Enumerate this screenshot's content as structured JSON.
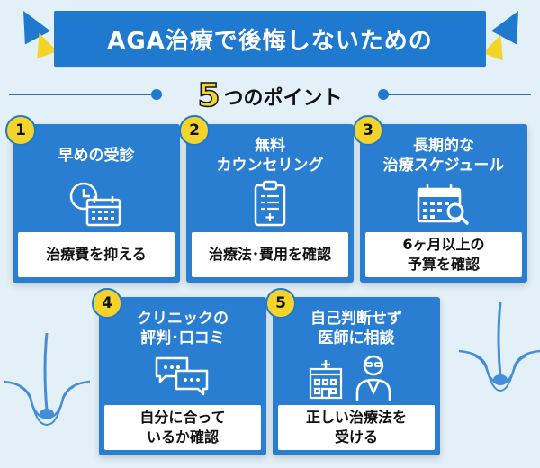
{
  "title": "AGA治療で後悔しないための",
  "subtitle": {
    "number": "5",
    "text": "つのポイント"
  },
  "colors": {
    "primary": "#1f79cf",
    "accent": "#f5d42a",
    "background": "#e4f0f8"
  },
  "points": [
    {
      "num": "1",
      "heading": "早めの受診",
      "icon": "calendar-clock-icon",
      "result": "治療費を抑える"
    },
    {
      "num": "2",
      "heading": "無料\nカウンセリング",
      "icon": "clipboard-checklist-icon",
      "result": "治療法･費用を確認"
    },
    {
      "num": "3",
      "heading": "長期的な\n治療スケジュール",
      "icon": "calendar-search-icon",
      "result": "6ヶ月以上の\n予算を確認"
    },
    {
      "num": "4",
      "heading": "クリニックの\n評判･口コミ",
      "icon": "chat-bubbles-icon",
      "result": "自分に合って\nいるか確認"
    },
    {
      "num": "5",
      "heading": "自己判断せず\n医師に相談",
      "icon": "doctor-hospital-icon",
      "result": "正しい治療法を\n受ける"
    }
  ]
}
